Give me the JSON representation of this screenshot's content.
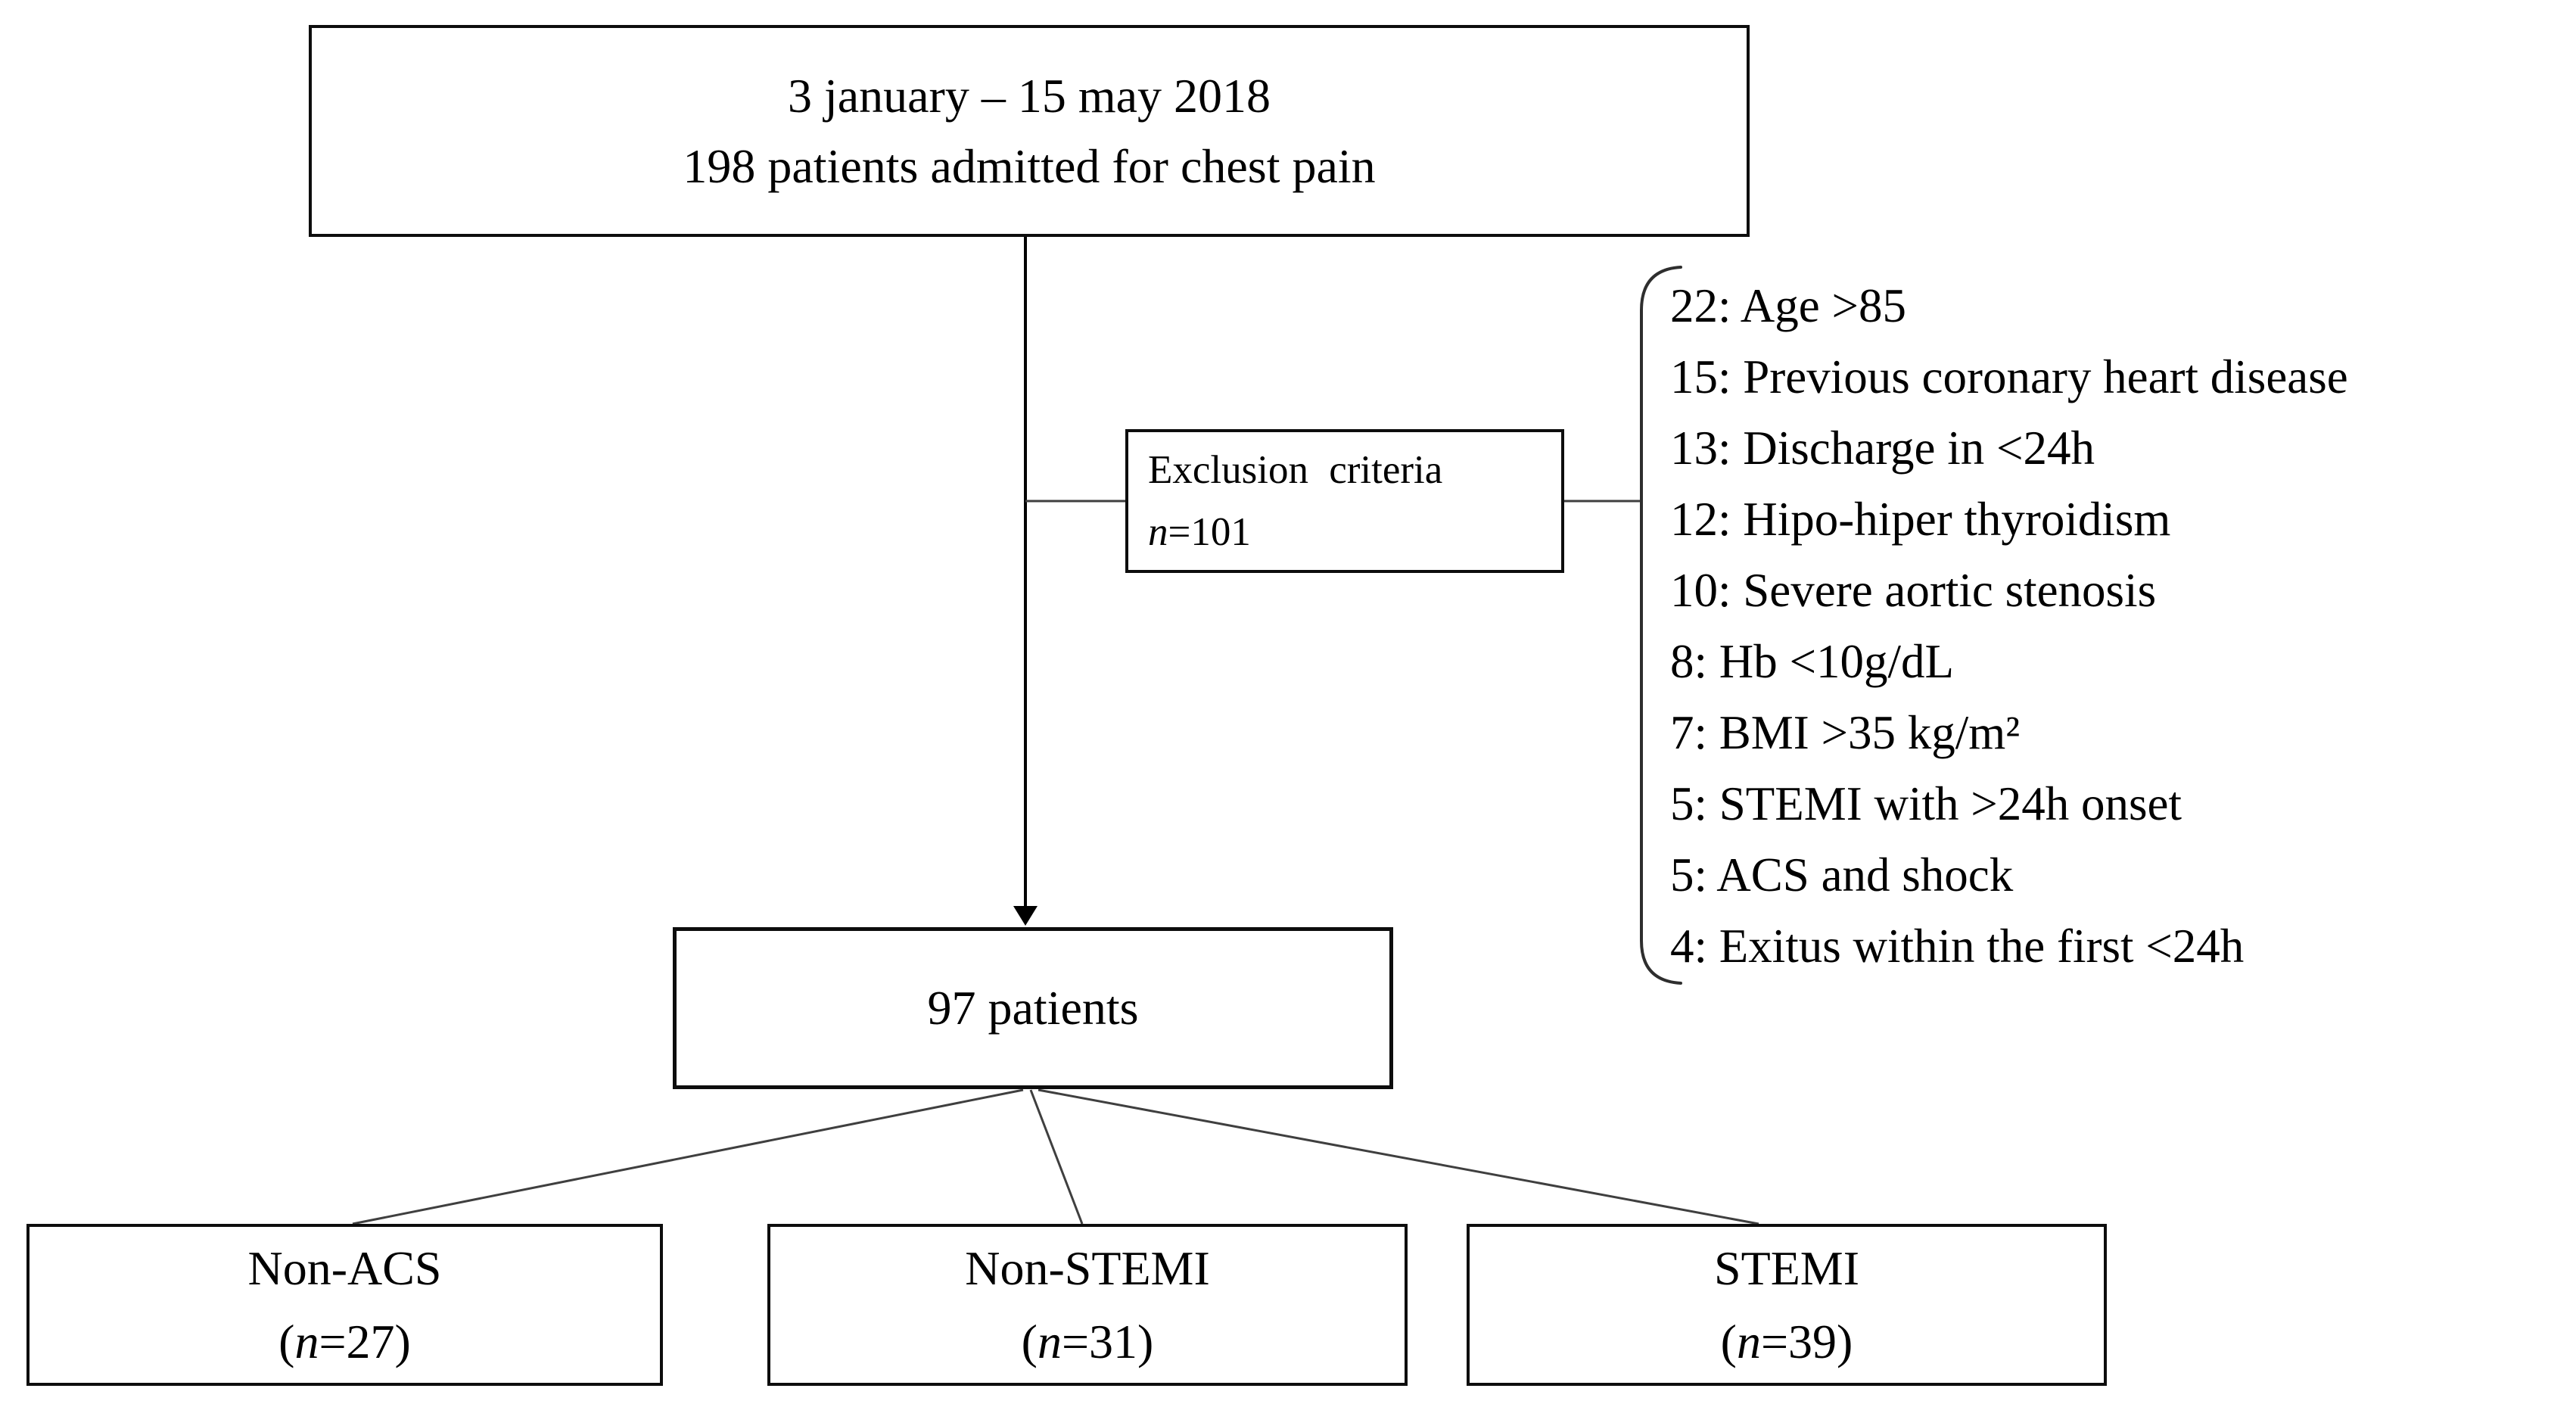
{
  "figure": {
    "top_box": {
      "line1": "3 january – 15 may 2018",
      "line2": "198 patients admitted for chest pain"
    },
    "exclusion_box": {
      "title": "Exclusion criteria",
      "n_var": "n",
      "n_rest": "=101"
    },
    "exclusion_list": {
      "items": [
        "22: Age >85",
        "15: Previous coronary heart disease",
        "13: Discharge in <24h",
        "12: Hipo-hiper thyroidism",
        "10: Severe aortic stenosis",
        "8: Hb <10g/dL",
        "7: BMI >35 kg/m²",
        "5: STEMI with >24h onset",
        "5: ACS and shock",
        "4: Exitus within the first <24h"
      ]
    },
    "middle_box": {
      "label": "97 patients"
    },
    "bottom_boxes": [
      {
        "label": "Non-ACS",
        "n_open": "(",
        "n_var": "n",
        "n_rest": "=27)"
      },
      {
        "label": "Non-STEMI",
        "n_open": "(",
        "n_var": "n",
        "n_rest": "=31)"
      },
      {
        "label": "STEMI",
        "n_open": "(",
        "n_var": "n",
        "n_rest": "=39)"
      }
    ],
    "colors": {
      "line": "#000000",
      "connector": "#3f3f3f",
      "border": "#0d0d0d",
      "text": "#000000"
    }
  }
}
